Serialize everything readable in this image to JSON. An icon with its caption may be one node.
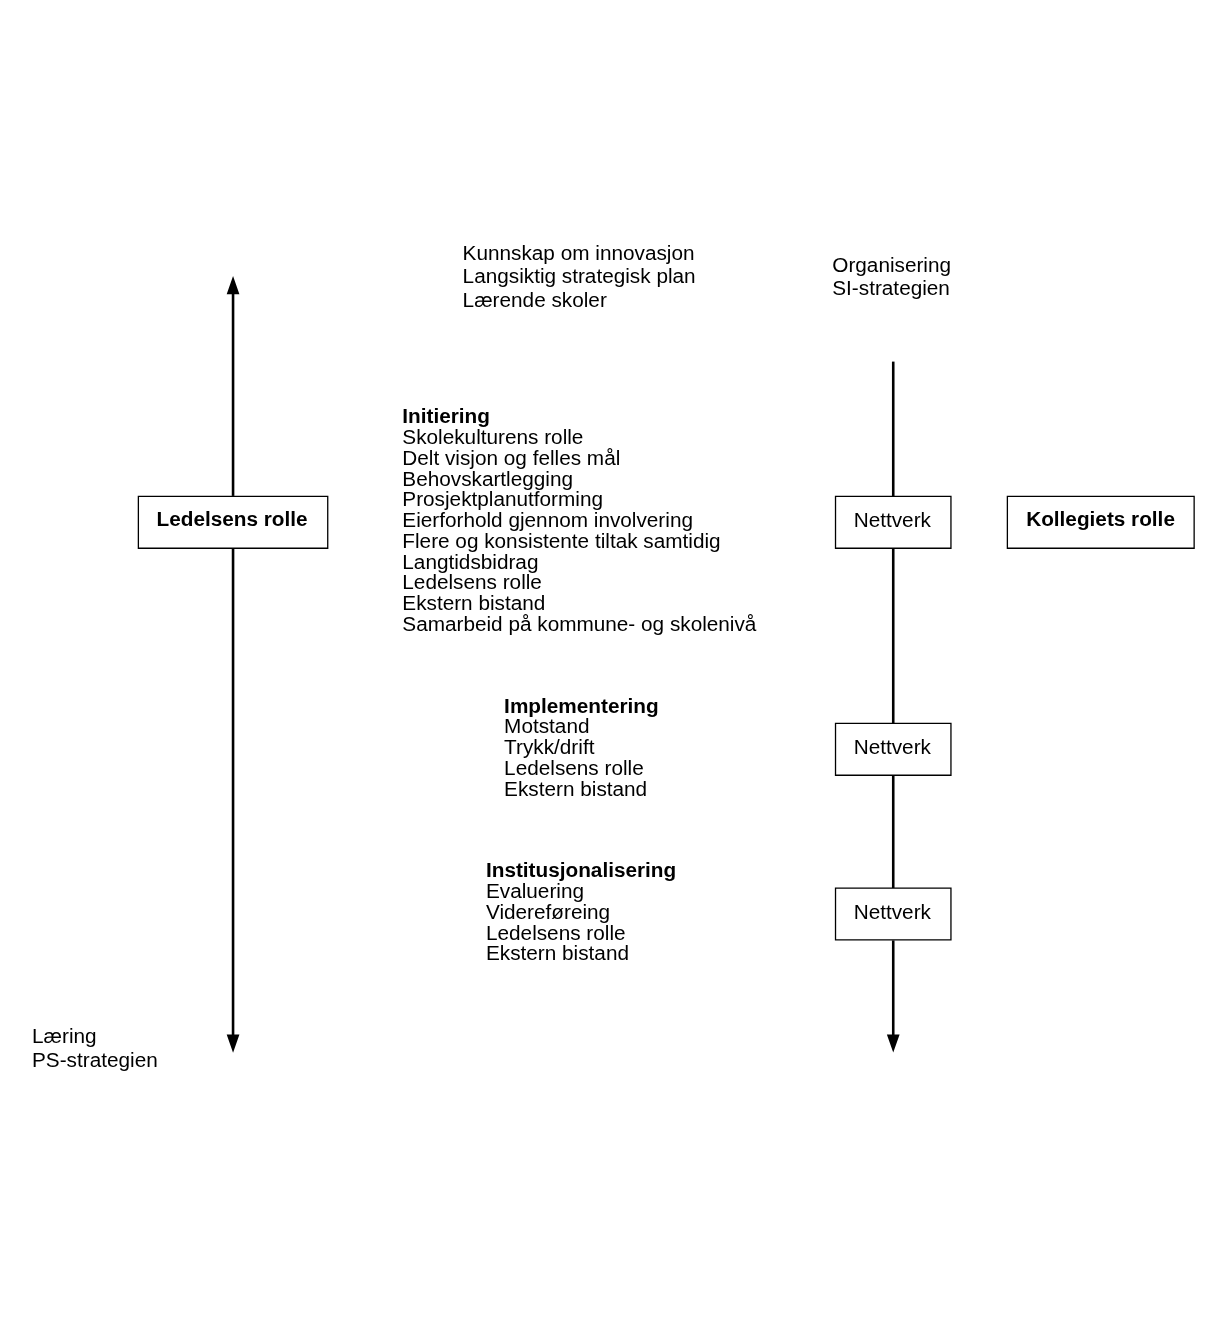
{
  "diagram": {
    "nodes": [
      {
        "text": [
          "Ledelsens rolle"
        ]
      },
      {
        "text": [
          "Nettverk"
        ]
      },
      {
        "text": [
          "Nettverk"
        ]
      },
      {
        "text": [
          "Nettverk"
        ]
      },
      {
        "text": [
          "Kollegiets rolle"
        ]
      }
    ],
    "edges": [
      {
        "from": 0,
        "to": null,
        "arrow": "to"
      },
      {
        "from": 0,
        "to": null,
        "arrow": "to"
      },
      {
        "from": null,
        "to": 1,
        "arrow": "none"
      },
      {
        "from": 1,
        "to": 2,
        "arrow": "none"
      },
      {
        "from": 2,
        "to": 3,
        "arrow": "none"
      },
      {
        "from": 3,
        "to": null,
        "arrow": "to"
      }
    ],
    "labels": [
      "Kunnskap om innovasjon",
      "Langsiktig strategisk plan",
      "Lærende skoler",
      "Organisering",
      "SI-strategien",
      "Initiering",
      "Skolekulturens rolle",
      "Delt visjon og felles mål",
      "Behovskartlegging",
      "Prosjektplanutforming",
      "Eierforhold gjennom involvering",
      "Flere og konsistente tiltak samtidig",
      "Langtidsbidrag",
      "Ledelsens rolle",
      "Ekstern bistand",
      "Samarbeid på kommune- og skolenivå",
      "Implementering",
      "Motstand",
      "Trykk/drift",
      "Ledelsens rolle",
      "Ekstern bistand",
      "Institusjonalisering",
      "Evaluering",
      "Videreføreing",
      "Ledelsens rolle",
      "Ekstern bistand",
      "Læring",
      "PS-strategien"
    ]
  }
}
